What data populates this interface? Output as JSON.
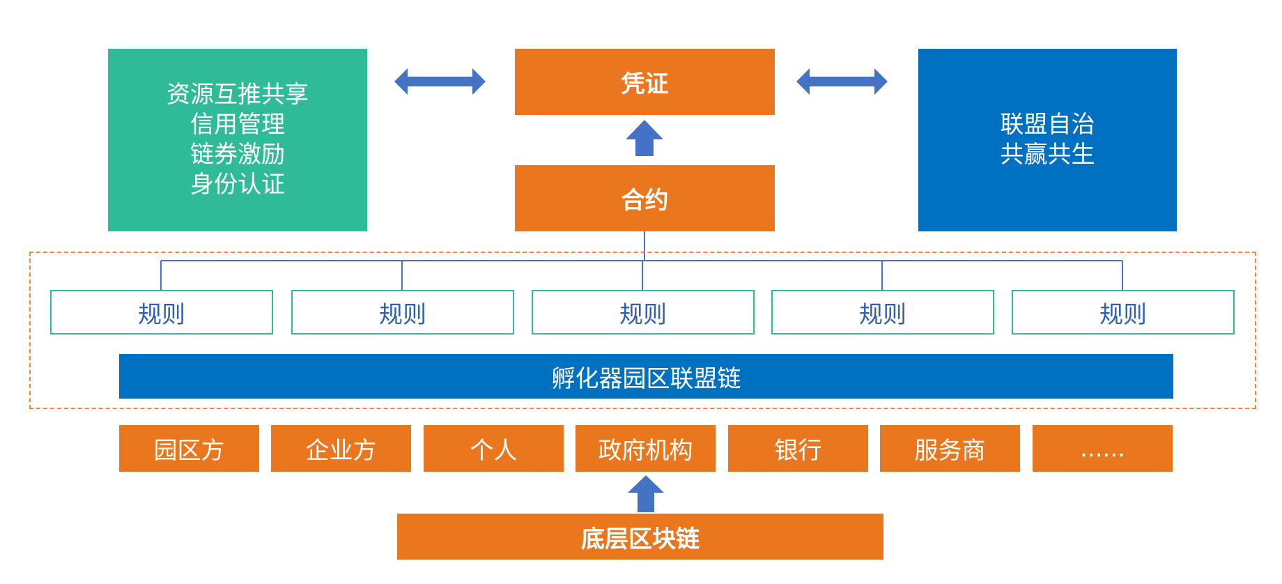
{
  "green_box": {
    "lines": [
      "资源互推共享",
      "信用管理",
      "链券激励",
      "身份认证"
    ]
  },
  "voucher_label": "凭证",
  "contract_label": "合约",
  "blue_box": {
    "lines": [
      "联盟自治",
      "共赢共生"
    ]
  },
  "rules": [
    "规则",
    "规则",
    "规则",
    "规则",
    "规则"
  ],
  "chain_bar_label": "孵化器园区联盟链",
  "parties": [
    "园区方",
    "企业方",
    "个人",
    "政府机构",
    "银行",
    "服务商",
    "......"
  ],
  "base_label": "底层区块链",
  "colors": {
    "green": "#2fbb98",
    "orange": "#ea771e",
    "blue": "#0070c0",
    "arrow_blue": "#4472c4",
    "rule_text": "#2f5faf"
  }
}
